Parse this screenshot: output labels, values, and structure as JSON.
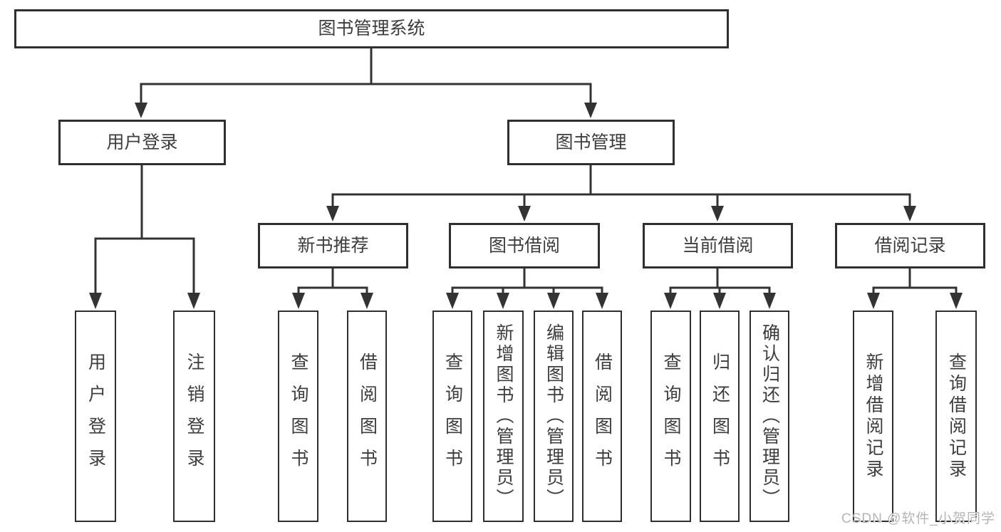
{
  "page": {
    "watermark": "CSDN @软件_小贺同学"
  },
  "colors": {
    "line": "#333333",
    "box_border": "#2f2f2f",
    "text": "#3d3d3d",
    "watermark": "#b5b5b5",
    "background": "#ffffff"
  },
  "diagram": {
    "type": "tree",
    "root": {
      "label": "图书管理系统"
    },
    "level2": [
      {
        "label": "用户登录",
        "children": [
          {
            "label": "用户登录"
          },
          {
            "label": "注销登录"
          }
        ]
      },
      {
        "label": "图书管理",
        "children": [
          {
            "label": "新书推荐",
            "children": [
              {
                "label": "查询图书"
              },
              {
                "label": "借阅图书"
              }
            ]
          },
          {
            "label": "图书借阅",
            "children": [
              {
                "label": "查询图书"
              },
              {
                "label": "新增图书（管理员）"
              },
              {
                "label": "编辑图书（管理员）"
              },
              {
                "label": "借阅图书"
              }
            ]
          },
          {
            "label": "当前借阅",
            "children": [
              {
                "label": "查询图书"
              },
              {
                "label": "归还图书"
              },
              {
                "label": "确认归还（管理员）"
              }
            ]
          },
          {
            "label": "借阅记录",
            "children": [
              {
                "label": "新增借阅记录"
              },
              {
                "label": "查询借阅记录"
              }
            ]
          }
        ]
      }
    ]
  }
}
